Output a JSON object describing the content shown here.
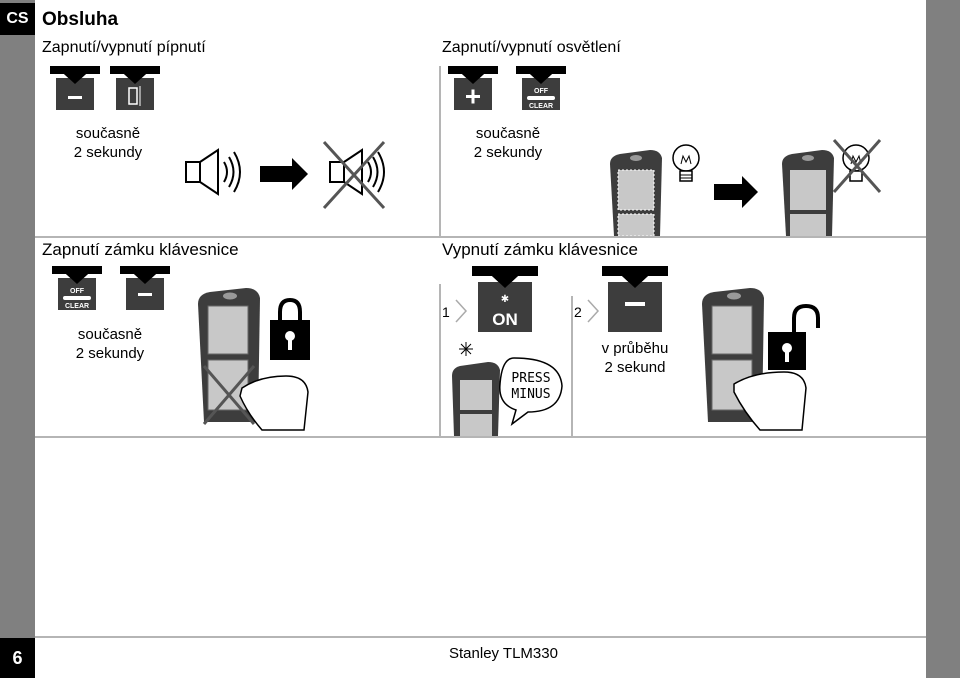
{
  "lang_tab": "CS",
  "page_number": "6",
  "section_title": "Obsluha",
  "footer": "Stanley TLM330",
  "panels": {
    "beep": {
      "title": "Zapnutí/vypnutí pípnutí",
      "caption_l1": "současně",
      "caption_l2": "2 sekundy",
      "key1": "minus",
      "key2": "measure-mode"
    },
    "light": {
      "title": "Zapnutí/vypnutí osvětlení",
      "caption_l1": "současně",
      "caption_l2": "2 sekundy",
      "key1": "plus",
      "key2_top": "OFF",
      "key2_bottom": "CLEAR"
    },
    "lock_on": {
      "title": "Zapnutí zámku klávesnice",
      "key1_top": "OFF",
      "key1_bottom": "CLEAR",
      "key2": "minus",
      "caption_l1": "současně",
      "caption_l2": "2 sekundy"
    },
    "lock_off": {
      "title": "Vypnutí zámku klávesnice",
      "step1": "1",
      "step2": "2",
      "key1": "ON",
      "bubble_l1": "PRESS",
      "bubble_l2": "MINUS",
      "caption_l1": "v průběhu",
      "caption_l2": "2 sekund"
    }
  },
  "colors": {
    "sidebar": "#808080",
    "tab": "#000000",
    "divider": "#b5b5b5",
    "key": "#3d3d3d"
  }
}
